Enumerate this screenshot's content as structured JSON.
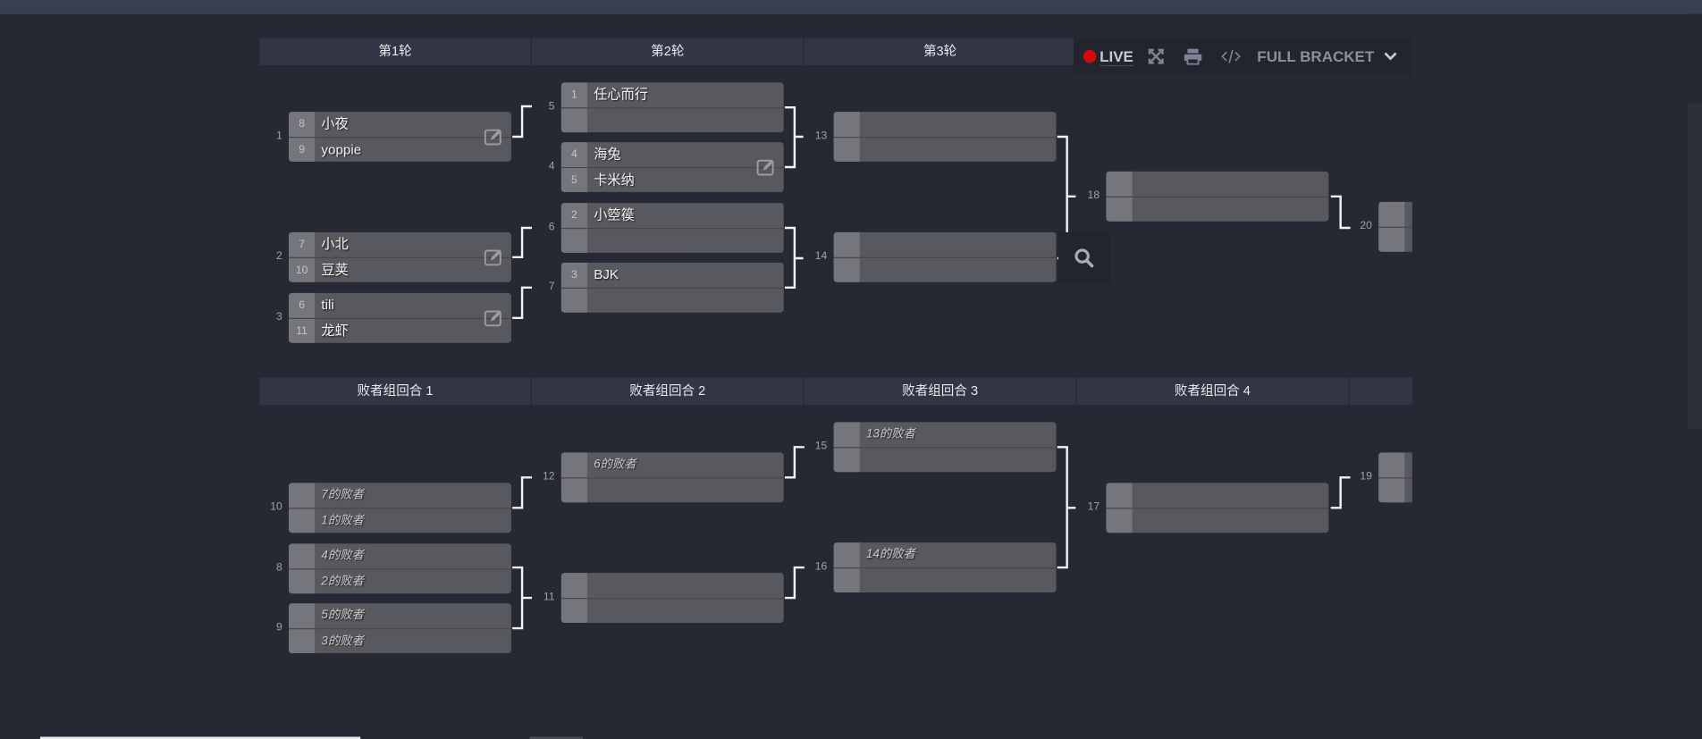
{
  "upper_rounds": [
    "第1轮",
    "第2轮",
    "第3轮"
  ],
  "lower_rounds": [
    "败者组回合 1",
    "败者组回合 2",
    "败者组回合 3",
    "败者组回合 4",
    ""
  ],
  "toolbar": {
    "live_label": "LIVE",
    "full_bracket_label": "FULL BRACKET",
    "live_color": "#d10a0a"
  },
  "matches": [
    {
      "id": "1",
      "editable": true,
      "players": [
        {
          "seed": "8",
          "name": "小夜"
        },
        {
          "seed": "9",
          "name": "yoppie"
        }
      ]
    },
    {
      "id": "2",
      "editable": true,
      "players": [
        {
          "seed": "7",
          "name": "小北"
        },
        {
          "seed": "10",
          "name": "豆荚"
        }
      ]
    },
    {
      "id": "3",
      "editable": true,
      "players": [
        {
          "seed": "6",
          "name": "tili"
        },
        {
          "seed": "11",
          "name": "龙虾"
        }
      ]
    },
    {
      "id": "5",
      "editable": false,
      "players": [
        {
          "seed": "1",
          "name": "任心而行"
        },
        {
          "seed": "",
          "name": ""
        }
      ]
    },
    {
      "id": "4",
      "editable": true,
      "players": [
        {
          "seed": "4",
          "name": "海兔"
        },
        {
          "seed": "5",
          "name": "卡米纳"
        }
      ]
    },
    {
      "id": "6",
      "editable": false,
      "players": [
        {
          "seed": "2",
          "name": "小箜篌"
        },
        {
          "seed": "",
          "name": ""
        }
      ]
    },
    {
      "id": "7",
      "editable": false,
      "players": [
        {
          "seed": "3",
          "name": "BJK"
        },
        {
          "seed": "",
          "name": ""
        }
      ]
    },
    {
      "id": "13",
      "editable": false,
      "players": [
        {
          "seed": "",
          "name": ""
        },
        {
          "seed": "",
          "name": ""
        }
      ]
    },
    {
      "id": "14",
      "editable": false,
      "players": [
        {
          "seed": "",
          "name": ""
        },
        {
          "seed": "",
          "name": ""
        }
      ]
    },
    {
      "id": "18",
      "editable": false,
      "players": [
        {
          "seed": "",
          "name": ""
        },
        {
          "seed": "",
          "name": ""
        }
      ]
    },
    {
      "id": "20",
      "editable": false,
      "players": [
        {
          "seed": "",
          "name": ""
        },
        {
          "seed": "",
          "name": ""
        }
      ]
    },
    {
      "id": "10",
      "editable": false,
      "players": [
        {
          "seed": "",
          "name": "7的败者",
          "tbd": true
        },
        {
          "seed": "",
          "name": "1的败者",
          "tbd": true
        }
      ]
    },
    {
      "id": "8",
      "editable": false,
      "players": [
        {
          "seed": "",
          "name": "4的败者",
          "tbd": true
        },
        {
          "seed": "",
          "name": "2的败者",
          "tbd": true
        }
      ]
    },
    {
      "id": "9",
      "editable": false,
      "players": [
        {
          "seed": "",
          "name": "5的败者",
          "tbd": true
        },
        {
          "seed": "",
          "name": "3的败者",
          "tbd": true
        }
      ]
    },
    {
      "id": "12",
      "editable": false,
      "players": [
        {
          "seed": "",
          "name": "6的败者",
          "tbd": true
        },
        {
          "seed": "",
          "name": ""
        }
      ]
    },
    {
      "id": "11",
      "editable": false,
      "players": [
        {
          "seed": "",
          "name": ""
        },
        {
          "seed": "",
          "name": ""
        }
      ]
    },
    {
      "id": "15",
      "editable": false,
      "players": [
        {
          "seed": "",
          "name": "13的败者",
          "tbd": true
        },
        {
          "seed": "",
          "name": ""
        }
      ]
    },
    {
      "id": "16",
      "editable": false,
      "players": [
        {
          "seed": "",
          "name": "14的败者",
          "tbd": true
        },
        {
          "seed": "",
          "name": ""
        }
      ]
    },
    {
      "id": "17",
      "editable": false,
      "players": [
        {
          "seed": "",
          "name": ""
        },
        {
          "seed": "",
          "name": ""
        }
      ]
    },
    {
      "id": "19",
      "editable": false,
      "players": [
        {
          "seed": "",
          "name": ""
        },
        {
          "seed": "",
          "name": ""
        }
      ]
    }
  ]
}
